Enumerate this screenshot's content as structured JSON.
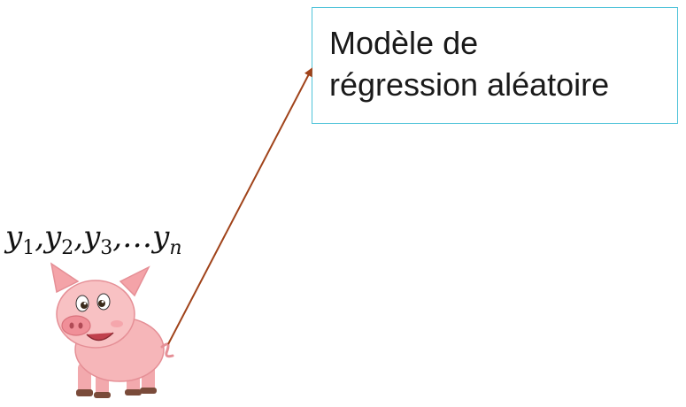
{
  "model_box": {
    "line1": "Modèle de",
    "line2": "régression aléatoire",
    "border_color": "#4fc3d9"
  },
  "sequence": {
    "text": "y1,y2,y3,…yn",
    "terms": [
      {
        "base": "y",
        "sub": "1",
        "sep": ","
      },
      {
        "base": "y",
        "sub": "2",
        "sep": ","
      },
      {
        "base": "y",
        "sub": "3",
        "sep": ",…"
      },
      {
        "base": "y",
        "sub": "n",
        "sep": ""
      }
    ]
  },
  "arrow": {
    "color": "#a0431a",
    "from": "pig",
    "to": "model-box"
  },
  "pig": {
    "icon": "pig-icon",
    "body_color": "#f6b6b9",
    "hoof_color": "#7a4b3a"
  }
}
